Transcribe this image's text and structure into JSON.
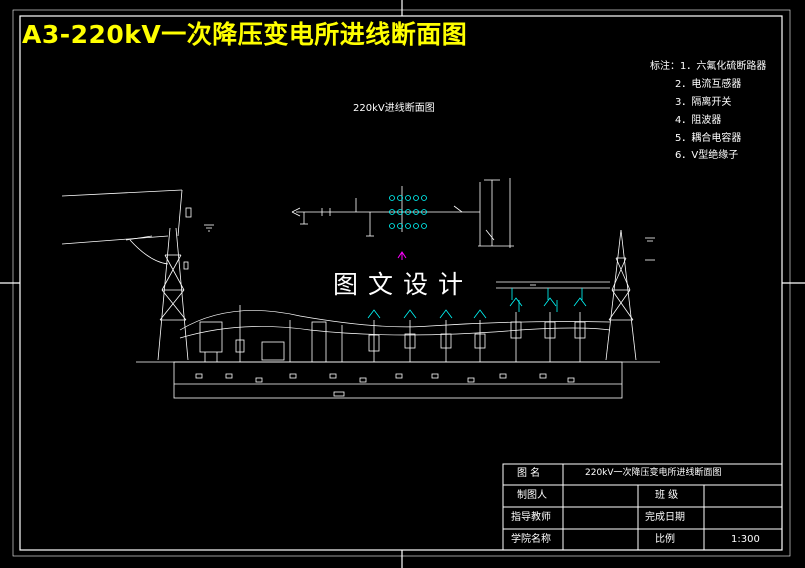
{
  "banner_title": "A3-220kV一次降压变电所进线断面图",
  "drawing_title": "220kV进线断面图",
  "legend": {
    "items": [
      "标注：1．六氟化硫断路器",
      "2．电流互感器",
      "3．隔离开关",
      "4．阻波器",
      "5．耦合电容器",
      "6．V型绝缘子"
    ]
  },
  "watermark": "图文设计",
  "title_block": {
    "row1_label": "图 名",
    "row1_value": "220kV一次降压变电所进线断面图",
    "row2_label": "制图人",
    "row2_mid_label": "班 级",
    "row3_label": "指导教师",
    "row3_mid_label": "完成日期",
    "row4_label": "学院名称",
    "row4_mid_label": "比例",
    "row4_value": "1:300"
  },
  "colors": {
    "background": "#000000",
    "banner_text": "#ffff00",
    "line_white": "#ffffff",
    "accent_cyan": "#00ffff",
    "accent_magenta": "#ff00ff"
  }
}
